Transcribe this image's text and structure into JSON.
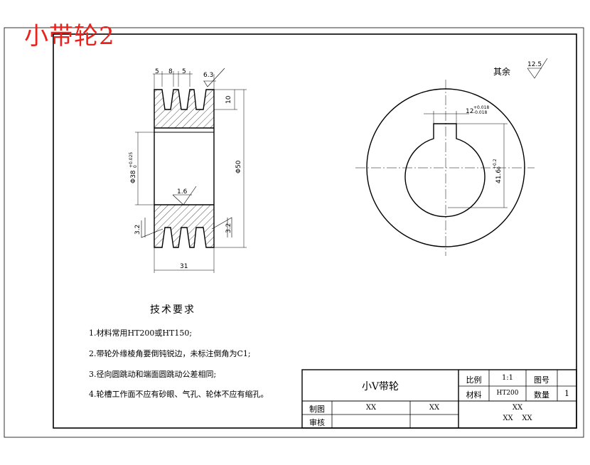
{
  "title": "小带轮2",
  "surface": {
    "prefix": "其余",
    "value": "12.5"
  },
  "left_view": {
    "dims_top": [
      "5",
      "8",
      "5"
    ],
    "rough_top": "6.3",
    "dim_10": "10",
    "dim_height": "Φ50",
    "bore_dim": "Φ38",
    "bore_tol_up": "+0.025",
    "bore_tol_lo": "0",
    "rough_inner": "1.6",
    "rough_left": "3.2",
    "rough_right": "3.2",
    "width": "31"
  },
  "right_view": {
    "keyway_width": "12",
    "keyway_tol_up": "+0.018",
    "keyway_tol_lo": "-0.018",
    "keyway_depth": "41.6",
    "depth_tol_up": "+0.2",
    "depth_tol_lo": "0"
  },
  "tech": {
    "heading": "技术要求",
    "notes": [
      "1.材料常用HT200或HT150;",
      "2.带轮外缘棱角要倒钝锐边，未标注倒角为C1;",
      "3.径向圆跳动和端面圆跳动公差相同;",
      "4.轮槽工作面不应有砂眼、气孔、轮体不应有缩孔。"
    ]
  },
  "title_block": {
    "part_name": "小V带轮",
    "scale_label": "比例",
    "scale_value": "1:1",
    "drawing_no_label": "图号",
    "material_label": "材料",
    "material_value": "HT200",
    "qty_label": "数量",
    "qty_value": "1",
    "drawn_label": "制图",
    "drawn_name": "XX",
    "drawn_date": "XX",
    "check_label": "审核",
    "company_line1": "XX",
    "company_line2": "XX    XX"
  }
}
